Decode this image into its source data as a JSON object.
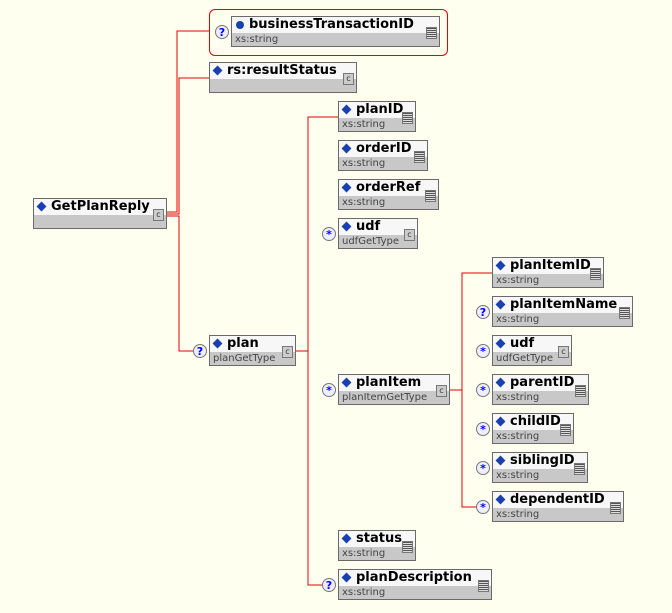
{
  "root": {
    "name": "GetPlanReply",
    "type": "",
    "occurrence": ""
  },
  "nodes": [
    {
      "name": "businessTransactionID",
      "type": "xs:string",
      "occurrence": "?",
      "kind": "simple"
    },
    {
      "name": "rs:resultStatus",
      "type": "",
      "occurrence": "",
      "kind": "complex"
    },
    {
      "name": "plan",
      "type": "planGetType",
      "occurrence": "?",
      "kind": "complex"
    },
    {
      "name": "planID",
      "type": "xs:string",
      "occurrence": "",
      "kind": "simple"
    },
    {
      "name": "orderID",
      "type": "xs:string",
      "occurrence": "",
      "kind": "simple"
    },
    {
      "name": "orderRef",
      "type": "xs:string",
      "occurrence": "",
      "kind": "simple"
    },
    {
      "name": "udf",
      "type": "udfGetType",
      "occurrence": "*",
      "kind": "complex"
    },
    {
      "name": "planItem",
      "type": "planItemGetType",
      "occurrence": "*",
      "kind": "complex"
    },
    {
      "name": "status",
      "type": "xs:string",
      "occurrence": "",
      "kind": "simple"
    },
    {
      "name": "planDescription",
      "type": "xs:string",
      "occurrence": "?",
      "kind": "simple"
    },
    {
      "name": "planItemID",
      "type": "xs:string",
      "occurrence": "",
      "kind": "simple"
    },
    {
      "name": "planItemName",
      "type": "xs:string",
      "occurrence": "?",
      "kind": "simple"
    },
    {
      "name": "udf",
      "type": "udfGetType",
      "occurrence": "*",
      "kind": "complex"
    },
    {
      "name": "parentID",
      "type": "xs:string",
      "occurrence": "*",
      "kind": "simple"
    },
    {
      "name": "childID",
      "type": "xs:string",
      "occurrence": "*",
      "kind": "simple"
    },
    {
      "name": "siblingID",
      "type": "xs:string",
      "occurrence": "*",
      "kind": "simple"
    },
    {
      "name": "dependentID",
      "type": "xs:string",
      "occurrence": "*",
      "kind": "simple"
    }
  ],
  "colors": {
    "connector": "#e00000",
    "background": "#fffff0",
    "marker": "#1a3fb0"
  }
}
